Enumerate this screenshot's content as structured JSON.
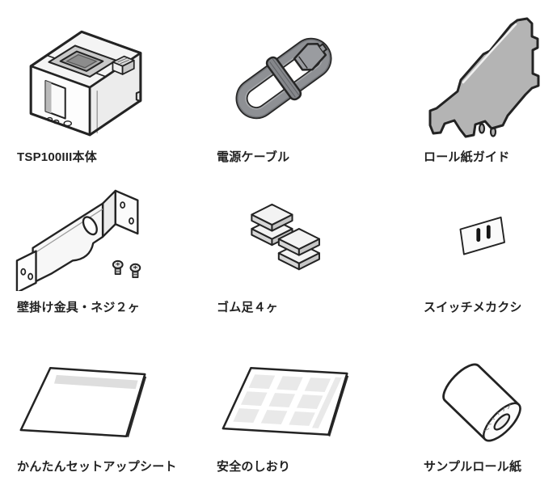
{
  "page": {
    "background": "#ffffff",
    "label_color": "#222222"
  },
  "palette": {
    "outline": "#232323",
    "part_gray": "#b4b4b4",
    "cable_gray": "#8e9094",
    "tray_gray": "#c9c9c9",
    "paper_block_gray": "#e9e9e9",
    "band_gray": "#dedede",
    "body_white": "#fdfdfd"
  },
  "items": [
    {
      "id": "printer",
      "label": "TSP100III本体"
    },
    {
      "id": "power-cable",
      "label": "電源ケーブル"
    },
    {
      "id": "roll-paper-guide",
      "label": "ロール紙ガイド"
    },
    {
      "id": "wall-bracket-screws",
      "label": "壁掛け金具・ネジ２ヶ"
    },
    {
      "id": "rubber-feet",
      "label": "ゴム足４ヶ"
    },
    {
      "id": "switch-cover",
      "label": "スイッチメカクシ"
    },
    {
      "id": "setup-sheet",
      "label": "かんたんセットアップシート"
    },
    {
      "id": "safety-leaflet",
      "label": "安全のしおり"
    },
    {
      "id": "sample-roll",
      "label": "サンプルロール紙"
    }
  ]
}
